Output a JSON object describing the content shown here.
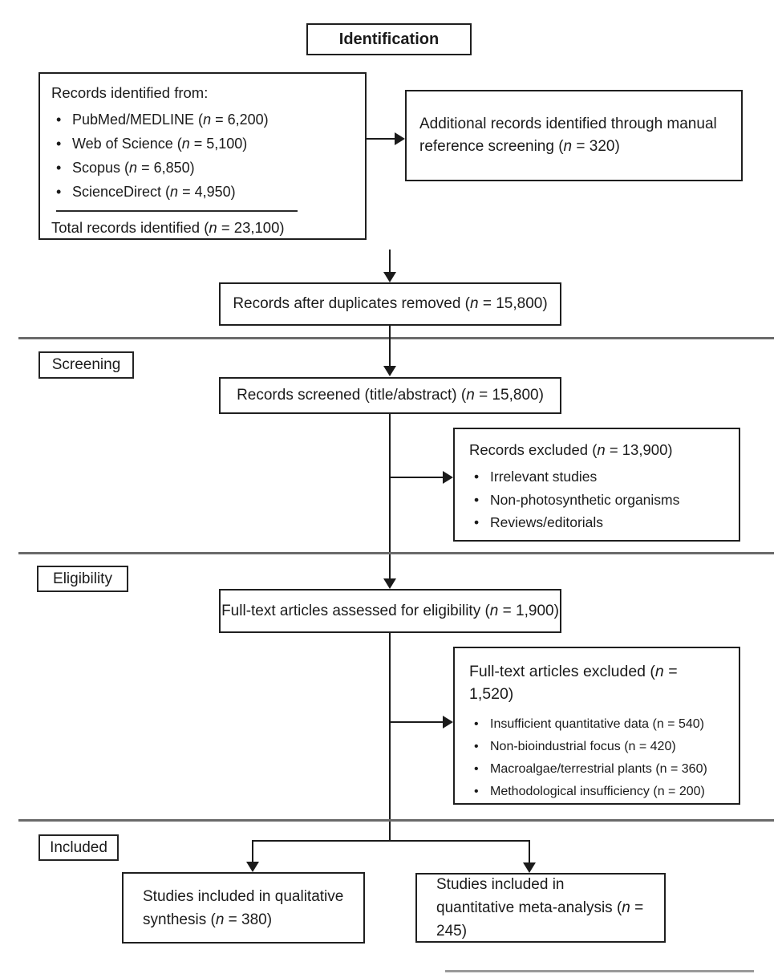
{
  "flowchart": {
    "stage_labels": {
      "identification": "Identification",
      "screening": "Screening",
      "eligibility": "Eligibility",
      "included": "Included"
    },
    "records_identified": {
      "title": "Records identified from:",
      "sources": [
        "PubMed/MEDLINE (n = 6,200)",
        "Web of Science (n = 5,100)",
        "Scopus (n = 6,850)",
        "ScienceDirect (n = 4,950)"
      ],
      "total": "Total records identified (n = 23,100)"
    },
    "additional_records": "Additional records identified through manual reference screening (n = 320)",
    "duplicates_removed": "Records after duplicates removed (n = 15,800)",
    "records_screened": "Records screened (title/abstract) (n = 15,800)",
    "records_excluded": {
      "title": "Records excluded (n = 13,900)",
      "reasons": [
        "Irrelevant studies",
        "Non-photosynthetic organisms",
        "Reviews/editorials"
      ]
    },
    "fulltext_assessed": "Full-text articles assessed for eligibility (n = 1,900)",
    "fulltext_excluded": {
      "title": "Full-text articles excluded (n = 1,520)",
      "reasons": [
        "Insufficient quantitative data (n = 540)",
        "Non-bioindustrial focus (n = 420)",
        "Macroalgae/terrestrial plants (n = 360)",
        "Methodological insufficiency (n = 200)"
      ]
    },
    "qualitative_synthesis": "Studies included in qualitative synthesis (n = 380)",
    "quantitative_meta": "Studies included in quantitative meta-analysis (n = 245)"
  }
}
